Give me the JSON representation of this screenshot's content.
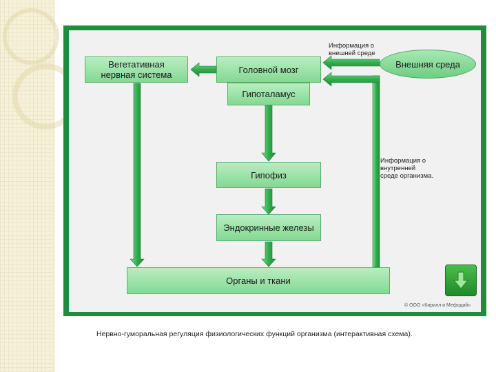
{
  "diagram": {
    "boxes": {
      "vegetative": "Вегетативная\nнервная система",
      "brain": "Головной мозг",
      "hypothalamus": "Гипоталамус",
      "environment": "Внешняя среда",
      "pituitary": "Гипофиз",
      "endocrine": "Эндокринные железы",
      "organs": "Органы и ткани"
    },
    "notes": {
      "external_info": "Информация о\nвнешней среде",
      "internal_info": "Информация о\nвнутренней\nсреде организма."
    },
    "copyright": "© ООО «Кирилл и Мефодий»",
    "caption": "Нервно-гуморальная регуляция физиологических функций  организма (интерактивная схема)."
  },
  "colors": {
    "frame": "#1e8e3e",
    "box_fill": "#a8e6b2",
    "arrow": "#2ea84a"
  },
  "icons": {
    "next": "down-arrow-icon"
  }
}
